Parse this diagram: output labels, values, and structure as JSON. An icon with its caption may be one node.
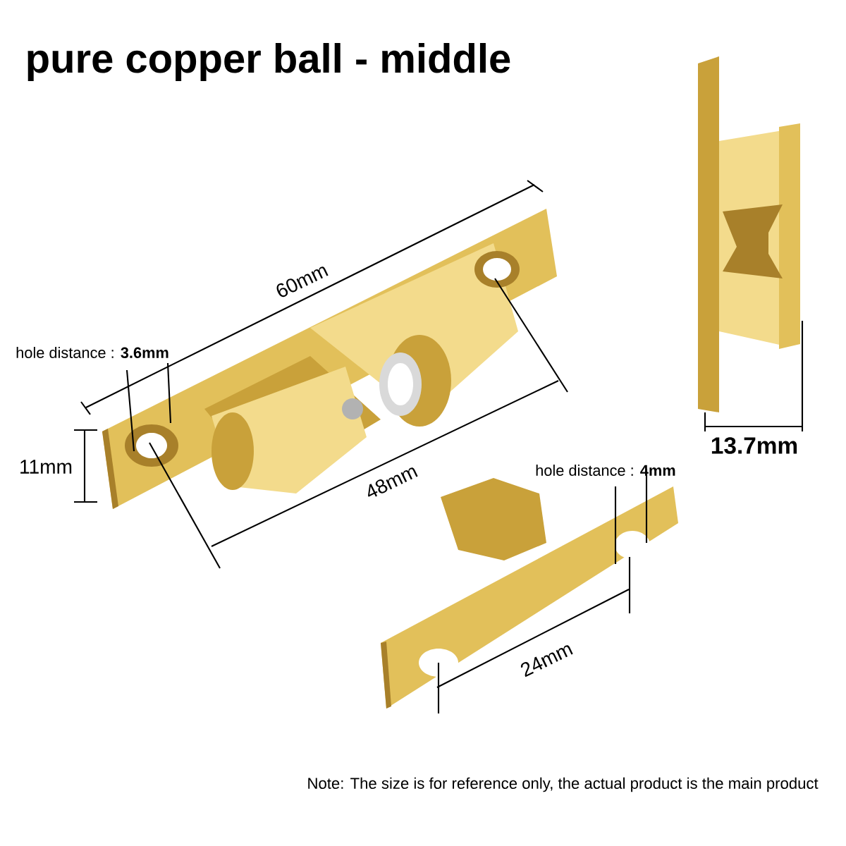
{
  "diagram": {
    "title": "pure copper ball - middle",
    "labels": [
      "60mm",
      "hole distance : **3.6mm**",
      "11mm",
      "48mm",
      "13.7mm",
      "hole distance : **4mm**",
      "24mm",
      "Note: The size is for reference only, the actual product is the main product"
    ]
  }
}
